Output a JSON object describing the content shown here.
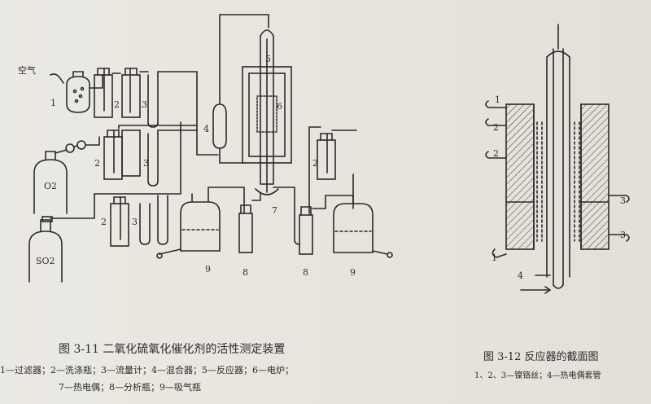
{
  "fig311": {
    "caption": "图 3-11  二氧化硫氧化催化剂的活性测定装置",
    "legend_line1": "1—过滤器；2—洗涤瓶；3—流量计；4—混合器；5—反应器；6—电炉；",
    "legend_line2": "7—热电偶；8—分析瓶；9—吸气瓶",
    "labels": {
      "air": "空气",
      "o2": "O2",
      "so2": "SO2",
      "n1": "1",
      "n2a": "2",
      "n3a": "3",
      "n2b": "2",
      "n3b": "3",
      "n2c": "2",
      "n3c": "3",
      "n4": "4",
      "n5": "5",
      "n6": "6",
      "n7": "7",
      "n8a": "8",
      "n8b": "8",
      "n9a": "9",
      "n9b": "9",
      "n2d": "2"
    }
  },
  "fig312": {
    "caption": "图 3-12  反应器的截面图",
    "legend": "1、2、3—镍铬丝；4—热电偶套管",
    "labels": {
      "n1a": "1",
      "n2a": "2",
      "n2b": "2",
      "n3a": "3",
      "n3b": "3",
      "n1b": "1",
      "n4": "4"
    }
  }
}
